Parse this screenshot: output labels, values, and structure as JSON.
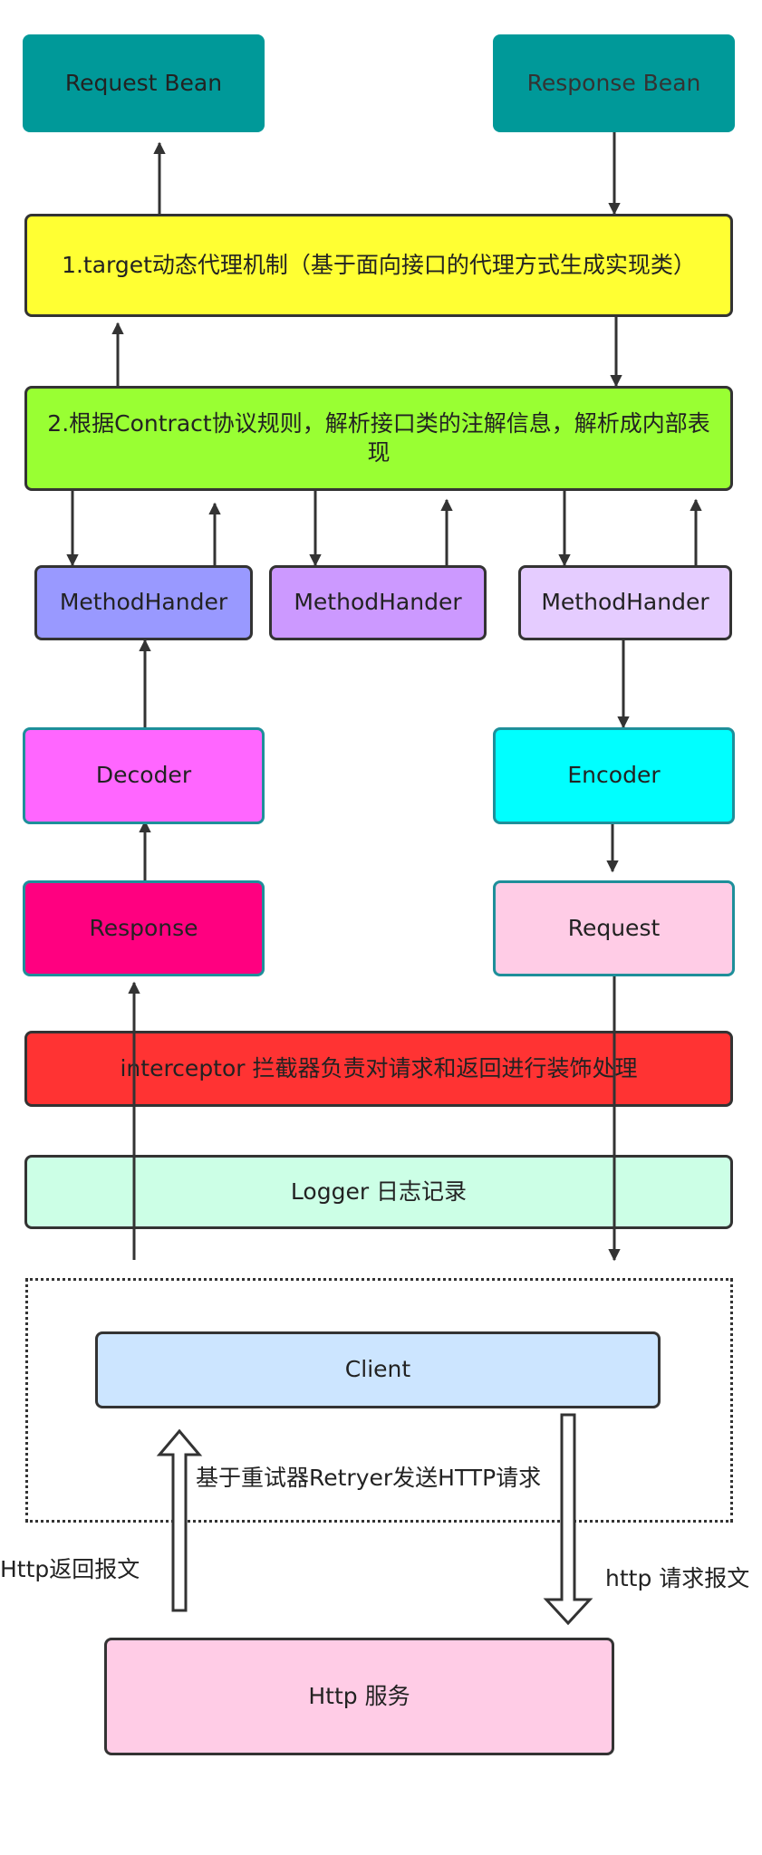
{
  "nodes": {
    "request_bean": "Request Bean",
    "response_bean": "Response Bean",
    "target": "1.target动态代理机制（基于面向接口的代理方式生成实现类）",
    "contract": "2.根据Contract协议规则，解析接口类的注解信息，解析成内部表现",
    "method_handler_1": "MethodHander",
    "method_handler_2": "MethodHander",
    "method_handler_3": "MethodHander",
    "decoder": "Decoder",
    "encoder": "Encoder",
    "response": "Response",
    "request": "Request",
    "interceptor": "interceptor 拦截器负责对请求和返回进行装饰处理",
    "logger": "Logger 日志记录",
    "client": "Client",
    "http_service": "Http 服务"
  },
  "labels": {
    "retryer": "基于重试器Retryer发送HTTP请求",
    "http_response": "Http返回报文",
    "http_request": "http 请求报文"
  },
  "colors": {
    "bean": "#009999",
    "target": "#ffff33",
    "contract": "#99ff33",
    "method_handler_1": "#9999ff",
    "method_handler_2": "#cc99ff",
    "method_handler_3": "#e5ccff",
    "decoder": "#ff66ff",
    "encoder": "#00ffff",
    "response": "#ff0080",
    "request": "#ffcce6",
    "interceptor": "#ff3333",
    "logger": "#ccffe6",
    "client": "#cce5ff",
    "http_service": "#ffcce6"
  }
}
